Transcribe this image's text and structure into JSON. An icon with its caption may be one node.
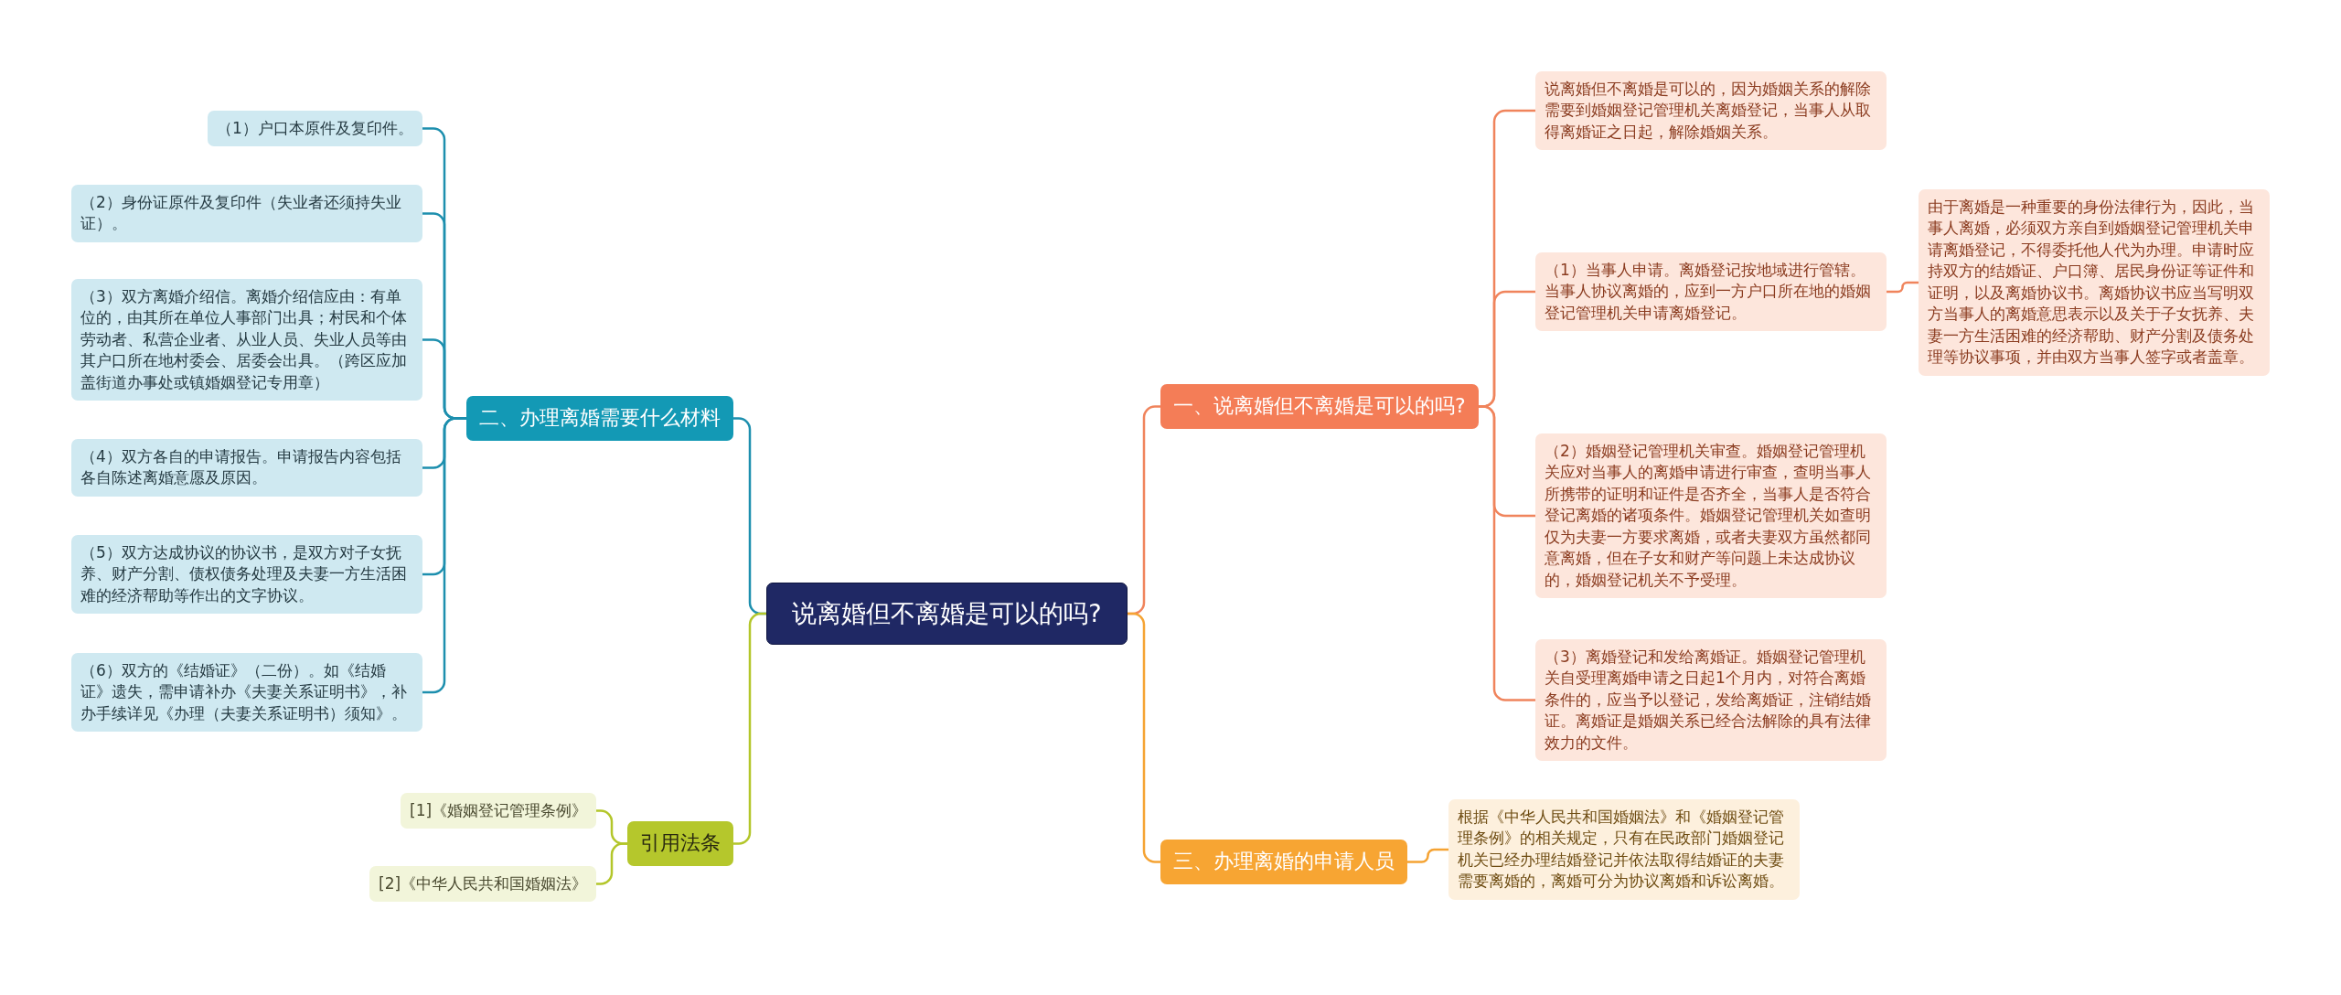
{
  "diagram": {
    "nodes": [
      {
        "text": [
          "说离婚但不离婚是可以的吗?"
        ]
      },
      {
        "text": [
          "一、说离婚但不离婚是可以的吗?"
        ]
      },
      {
        "text": [
          "说离婚但不离婚是可以的，因为婚姻关系的解除需要到婚姻登记管理机关离婚登记，当事人从取得离婚证之日起，解除婚姻关系。"
        ]
      },
      {
        "text": [
          "（1）当事人申请。离婚登记按地域进行管辖。当事人协议离婚的，应到一方户口所在地的婚姻登记管理机关申请离婚登记。"
        ]
      },
      {
        "text": [
          "（2）婚姻登记管理机关审查。婚姻登记管理机关应对当事人的离婚申请进行审查，查明当事人所携带的证明和证件是否齐全，当事人是否符合登记离婚的诸项条件。婚姻登记管理机关如查明仅为夫妻一方要求离婚，或者夫妻双方虽然都同意离婚，但在子女和财产等问题上未达成协议的，婚姻登记机关不予受理。"
        ]
      },
      {
        "text": [
          "（3）离婚登记和发给离婚证。婚姻登记管理机关自受理离婚申请之日起1个月内，对符合离婚条件的，应当予以登记，发给离婚证，注销结婚证。离婚证是婚姻关系已经合法解除的具有法律效力的文件。"
        ]
      },
      {
        "text": [
          "由于离婚是一种重要的身份法律行为，因此，当事人离婚，必须双方亲自到婚姻登记管理机关申请离婚登记，不得委托他人代为办理。申请时应持双方的结婚证、户口簿、居民身份证等证件和证明，以及离婚协议书。离婚协议书应当写明双方当事人的离婚意思表示以及关于子女抚养、夫妻一方生活困难的经济帮助、财产分割及债务处理等协议事项，并由双方当事人签字或者盖章。"
        ]
      },
      {
        "text": [
          "三、办理离婚的申请人员"
        ]
      },
      {
        "text": [
          "根据《中华人民共和国婚姻法》和《婚姻登记管理条例》的相关规定，只有在民政部门婚姻登记机关已经办理结婚登记并依法取得结婚证的夫妻需要离婚的，离婚可分为协议离婚和诉讼离婚。"
        ]
      },
      {
        "text": [
          "二、办理离婚需要什么材料"
        ]
      },
      {
        "text": [
          "（1）户口本原件及复印件。"
        ]
      },
      {
        "text": [
          "（2）身份证原件及复印件（失业者还须持失业证）。"
        ]
      },
      {
        "text": [
          "（3）双方离婚介绍信。离婚介绍信应由：有单位的，由其所在单位人事部门出具；村民和个体劳动者、私营企业者、从业人员、失业人员等由其户口所在地村委会、居委会出具。（跨区应加盖街道办事处或镇婚姻登记专用章）"
        ]
      },
      {
        "text": [
          "（4）双方各自的申请报告。申请报告内容包括各自陈述离婚意愿及原因。"
        ]
      },
      {
        "text": [
          "（5）双方达成协议的协议书，是双方对子女抚养、财产分割、债权债务处理及夫妻一方生活困难的经济帮助等作出的文字协议。"
        ]
      },
      {
        "text": [
          "（6）双方的《结婚证》（二份）。如《结婚证》遗失，需申请补办《夫妻关系证明书》，补办手续详见《办理（夫妻关系证明书）须知》。"
        ]
      },
      {
        "text": [
          "引用法条"
        ]
      },
      {
        "text": [
          "[1]《婚姻登记管理条例》"
        ]
      },
      {
        "text": [
          "[2]《中华人民共和国婚姻法》"
        ]
      }
    ],
    "edges": [
      {
        "from": 0,
        "to": 1,
        "arrow": "none",
        "color": "#f0845c"
      },
      {
        "from": 1,
        "to": 2,
        "arrow": "none",
        "color": "#f0845c"
      },
      {
        "from": 1,
        "to": 3,
        "arrow": "none",
        "color": "#f0845c"
      },
      {
        "from": 1,
        "to": 4,
        "arrow": "none",
        "color": "#f0845c"
      },
      {
        "from": 1,
        "to": 5,
        "arrow": "none",
        "color": "#f0845c"
      },
      {
        "from": 3,
        "to": 6,
        "arrow": "none",
        "color": "#f0845c"
      },
      {
        "from": 0,
        "to": 7,
        "arrow": "none",
        "color": "#f5a333"
      },
      {
        "from": 7,
        "to": 8,
        "arrow": "none",
        "color": "#f5a333"
      },
      {
        "from": 0,
        "to": 9,
        "arrow": "none"
      },
      {
        "from": 9,
        "to": 10,
        "arrow": "none"
      },
      {
        "from": 9,
        "to": 11,
        "arrow": "none"
      },
      {
        "from": 9,
        "to": 12,
        "arrow": "none"
      },
      {
        "from": 9,
        "to": 13,
        "arrow": "none"
      },
      {
        "from": 9,
        "to": 14,
        "arrow": "none"
      },
      {
        "from": 9,
        "to": 15,
        "arrow": "none"
      },
      {
        "from": 0,
        "to": 16,
        "arrow": "none",
        "color": "#b3c62a"
      },
      {
        "from": 16,
        "to": 17,
        "arrow": "none",
        "color": "#b3c62a"
      },
      {
        "from": 16,
        "to": 18,
        "arrow": "none",
        "color": "#b3c62a"
      }
    ]
  }
}
